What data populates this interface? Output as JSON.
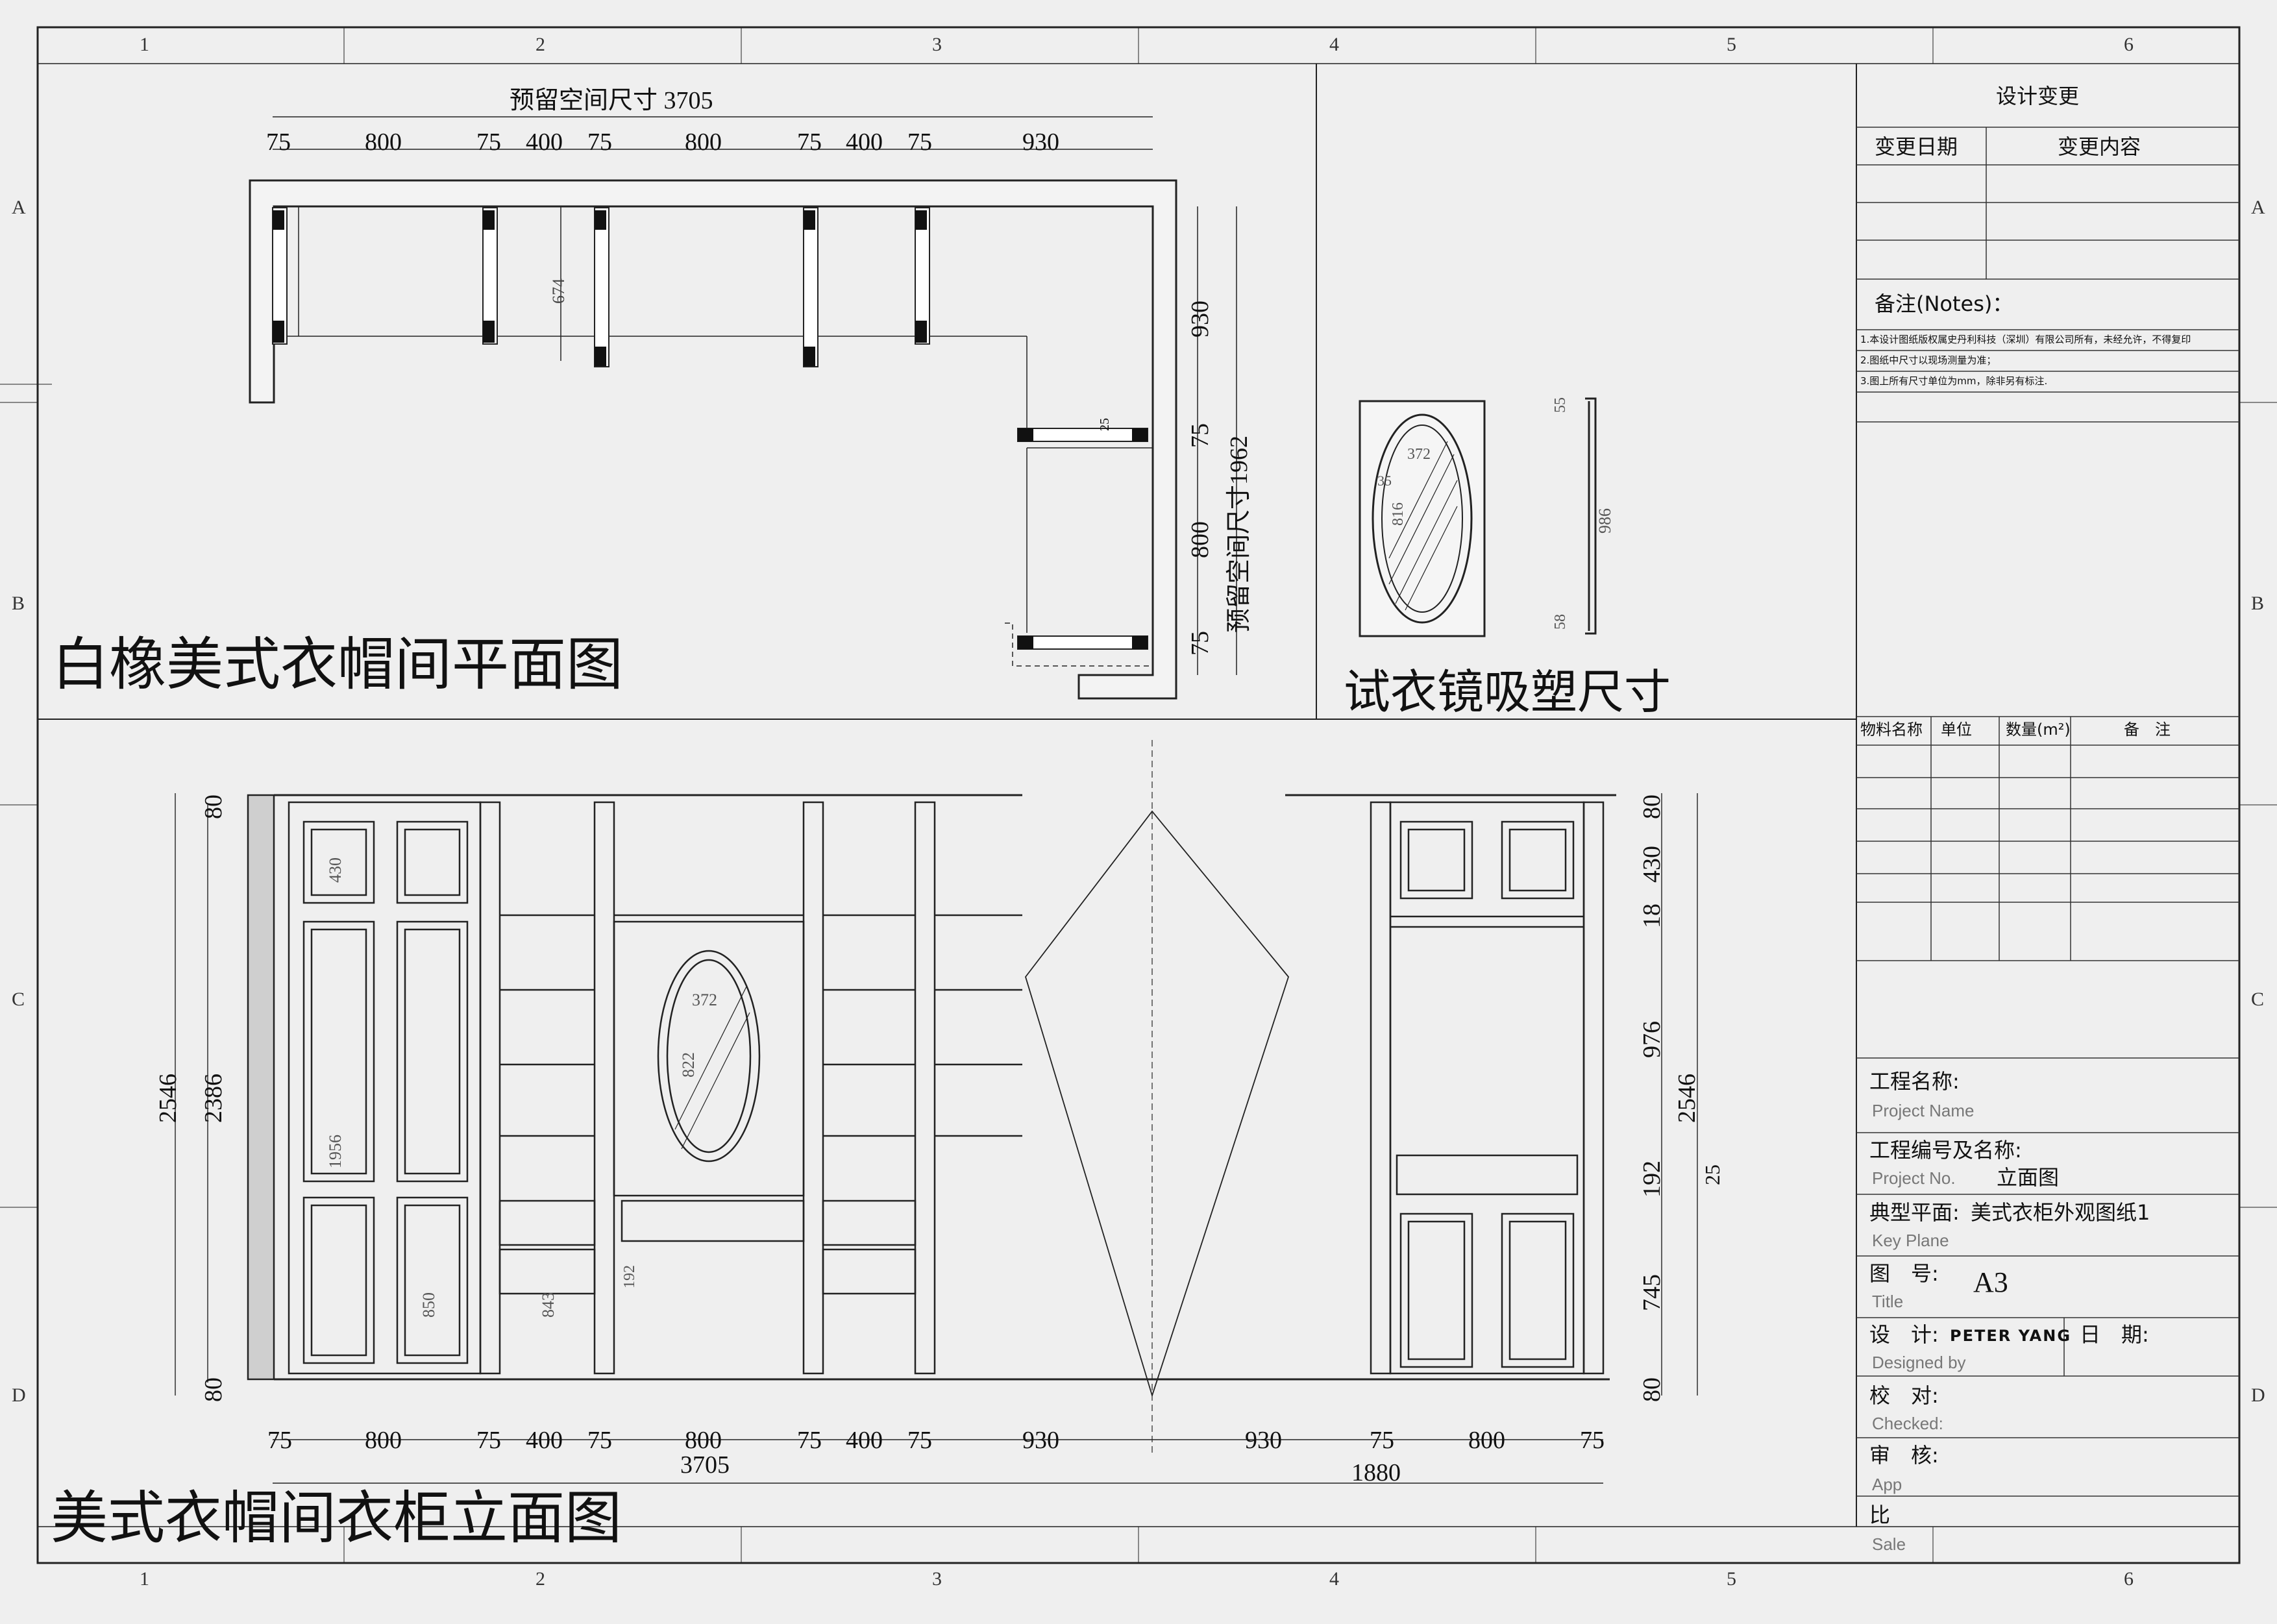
{
  "grid": {
    "columns": [
      "1",
      "2",
      "3",
      "4",
      "5",
      "6"
    ],
    "rows": [
      "A",
      "B",
      "C",
      "D"
    ]
  },
  "plan": {
    "title": "白橡美式衣帽间平面图",
    "overall_width": "预留空间尺寸 3705",
    "overall_height": "预留空间尺寸1962",
    "top_dims": [
      "75",
      "800",
      "75",
      "400",
      "75",
      "800",
      "75",
      "400",
      "75",
      "930"
    ],
    "right_dims": [
      "930",
      "75",
      "800",
      "75"
    ],
    "inner_dim": "674",
    "small_dim": "25"
  },
  "mirror": {
    "title": "试衣镜吸塑尺寸",
    "width": "372",
    "height": "816",
    "side": "35",
    "profile_top": "55",
    "profile_height": "986",
    "profile_bottom": "58"
  },
  "elevation": {
    "title": "美式衣帽间衣柜立面图",
    "left_dims": [
      "2546",
      "2386",
      "80",
      "80"
    ],
    "bottom_dims": [
      "75",
      "800",
      "75",
      "400",
      "75",
      "800",
      "75",
      "400",
      "75",
      "930",
      "930",
      "75",
      "800",
      "75"
    ],
    "total_left": "3705",
    "total_right": "1880",
    "right_dims": [
      "80",
      "430",
      "18",
      "976",
      "192",
      "745",
      "80"
    ],
    "right_total": "2546",
    "right_small": "25",
    "inner_dims": {
      "upper_door": "430",
      "tall_door": "1956",
      "lower_door": "850",
      "drawers": "843",
      "mirror_w": "372",
      "mirror_h": "822",
      "drawer_h": "192"
    }
  },
  "titleblock": {
    "design_change": "设计变更",
    "change_date": "变更日期",
    "change_content": "变更内容",
    "notes_label": "备注(Notes)：",
    "notes": [
      "1.本设计图纸版权属史丹利科技（深圳）有限公司所有，未经允许，不得复印",
      "2.图纸中尺寸以现场测量为准；",
      "3.图上所有尺寸单位为mm，除非另有标注."
    ],
    "material_header": [
      "物料名称",
      "单位",
      "数量(m²)",
      "备　注"
    ],
    "project_name_label": "工程名称:",
    "project_name_sub": "Project Name",
    "project_no_label": "工程编号及名称:",
    "project_no_sub": "Project No.",
    "project_no_value": "立面图",
    "key_plane_label": "典型平面:",
    "key_plane_value": "美式衣柜外观图纸1",
    "key_plane_sub": "Key Plane",
    "title_label": "图　号:",
    "title_sub": "Title",
    "title_value": "A3",
    "designer_label": "设　计:",
    "designer_value": "PETER YANG",
    "date_label": "日　期:",
    "designer_sub": "Designed by",
    "checked_label": "校　对:",
    "checked_sub": "Checked:",
    "approve_label": "审　核:",
    "approve_sub": "App",
    "scale_label": "比",
    "scale_sub": "Sale"
  }
}
